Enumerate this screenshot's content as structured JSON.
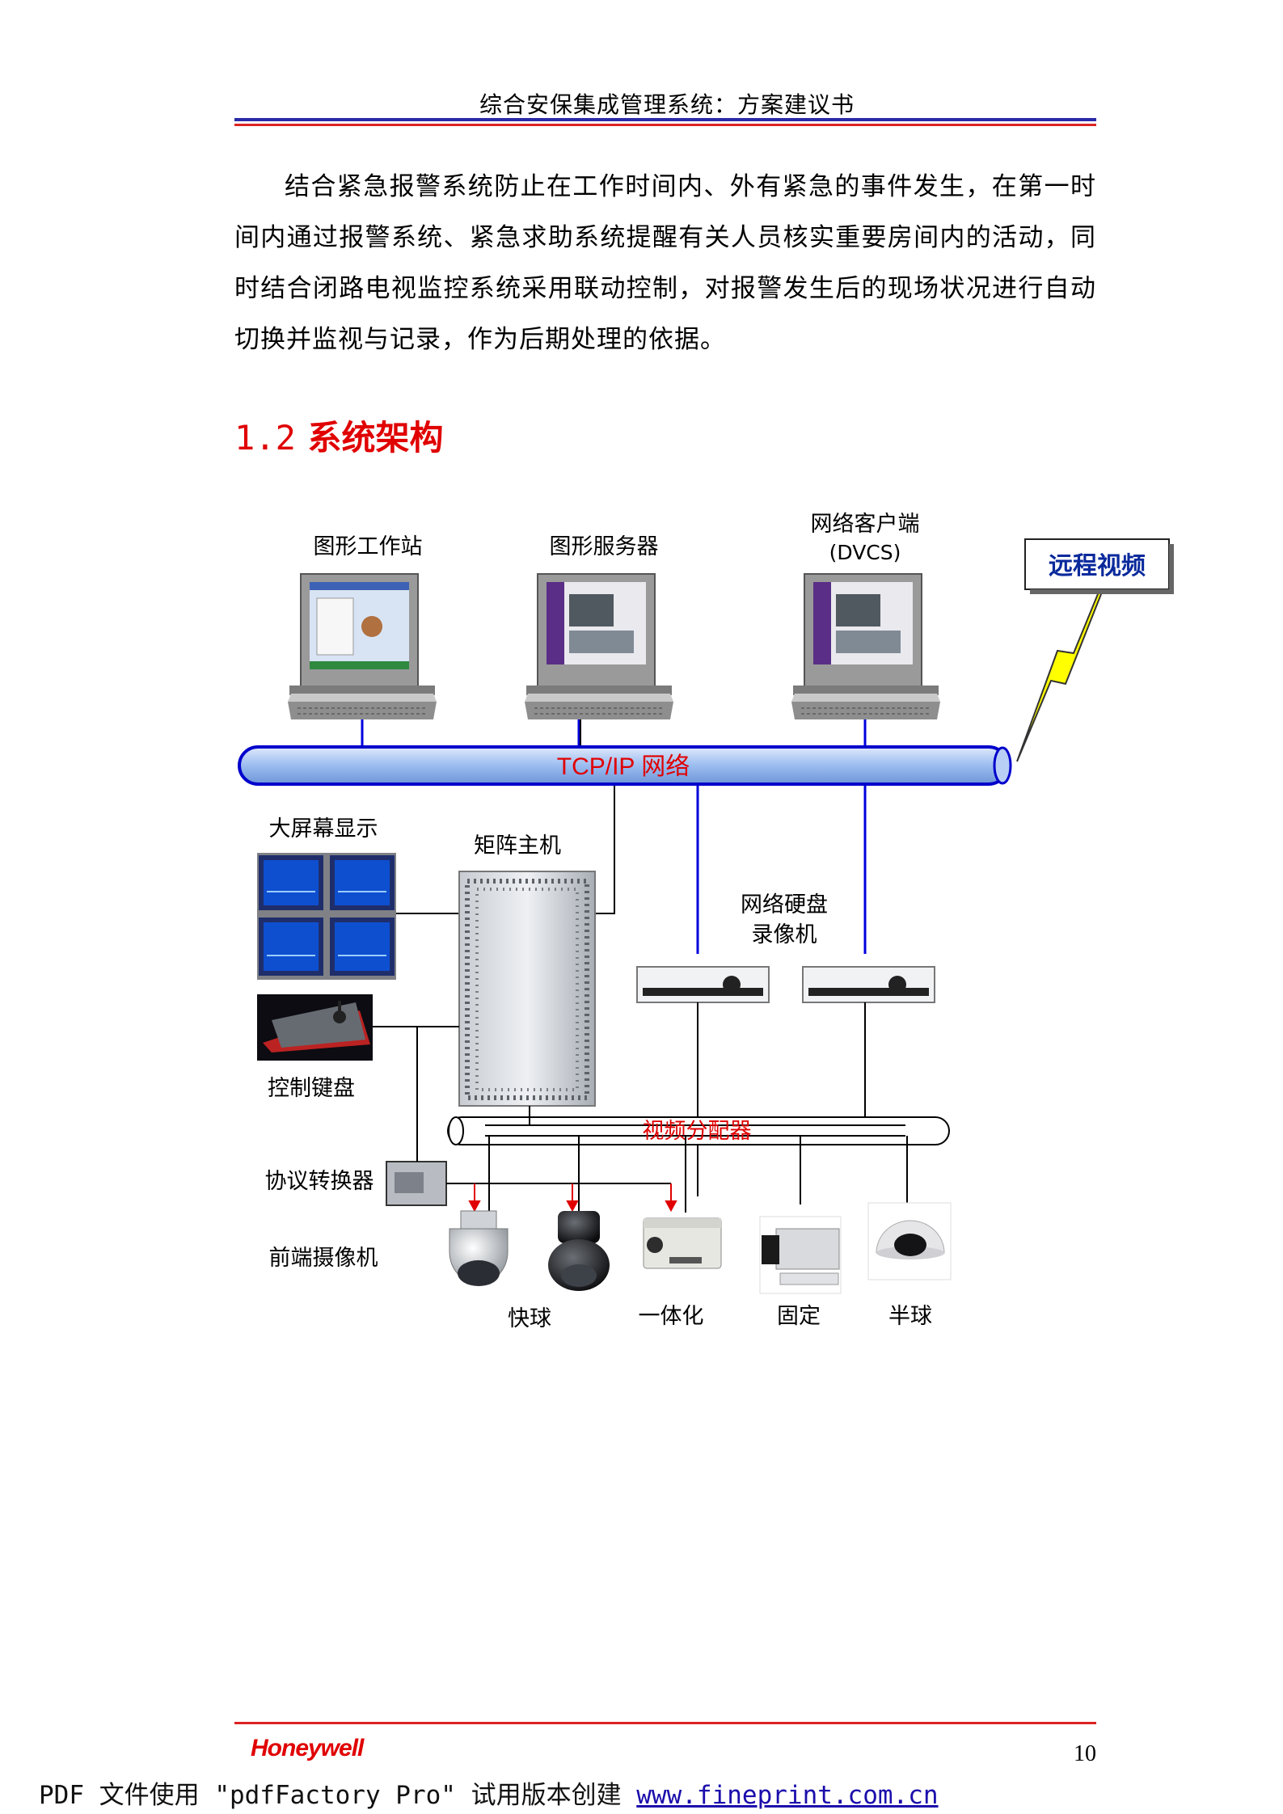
{
  "header": {
    "title": "综合安保集成管理系统：方案建议书"
  },
  "body": {
    "paragraph": "结合紧急报警系统防止在工作时间内、外有紧急的事件发生，在第一时间内通过报警系统、紧急求助系统提醒有关人员核实重要房间内的活动，同时结合闭路电视监控系统采用联动控制，对报警发生后的现场状况进行自动切换并监视与记录，作为后期处理的依据。"
  },
  "section": {
    "number": "1.2",
    "title": "系统架构"
  },
  "diagram": {
    "workstation": "图形工作站",
    "server": "图形服务器",
    "client_line1": "网络客户端",
    "client_line2": "(DVCS)",
    "remote_video": "远程视频",
    "network": "TCP/IP 网络",
    "big_screen": "大屏幕显示",
    "matrix": "矩阵主机",
    "dvr_line1": "网络硬盘",
    "dvr_line2": "录像机",
    "keyboard": "控制键盘",
    "distributor": "视频分配器",
    "protocol_converter": "协议转换器",
    "front_cameras": "前端摄像机",
    "speed_dome": "快球",
    "integrated": "一体化",
    "fixed": "固定",
    "half_dome": "半球"
  },
  "footer": {
    "brand": "Honeywell",
    "page_number": "10",
    "watermark_text": "PDF 文件使用 \"pdfFactory Pro\" 试用版本创建 ",
    "watermark_url": "www.fineprint.com.cn"
  }
}
